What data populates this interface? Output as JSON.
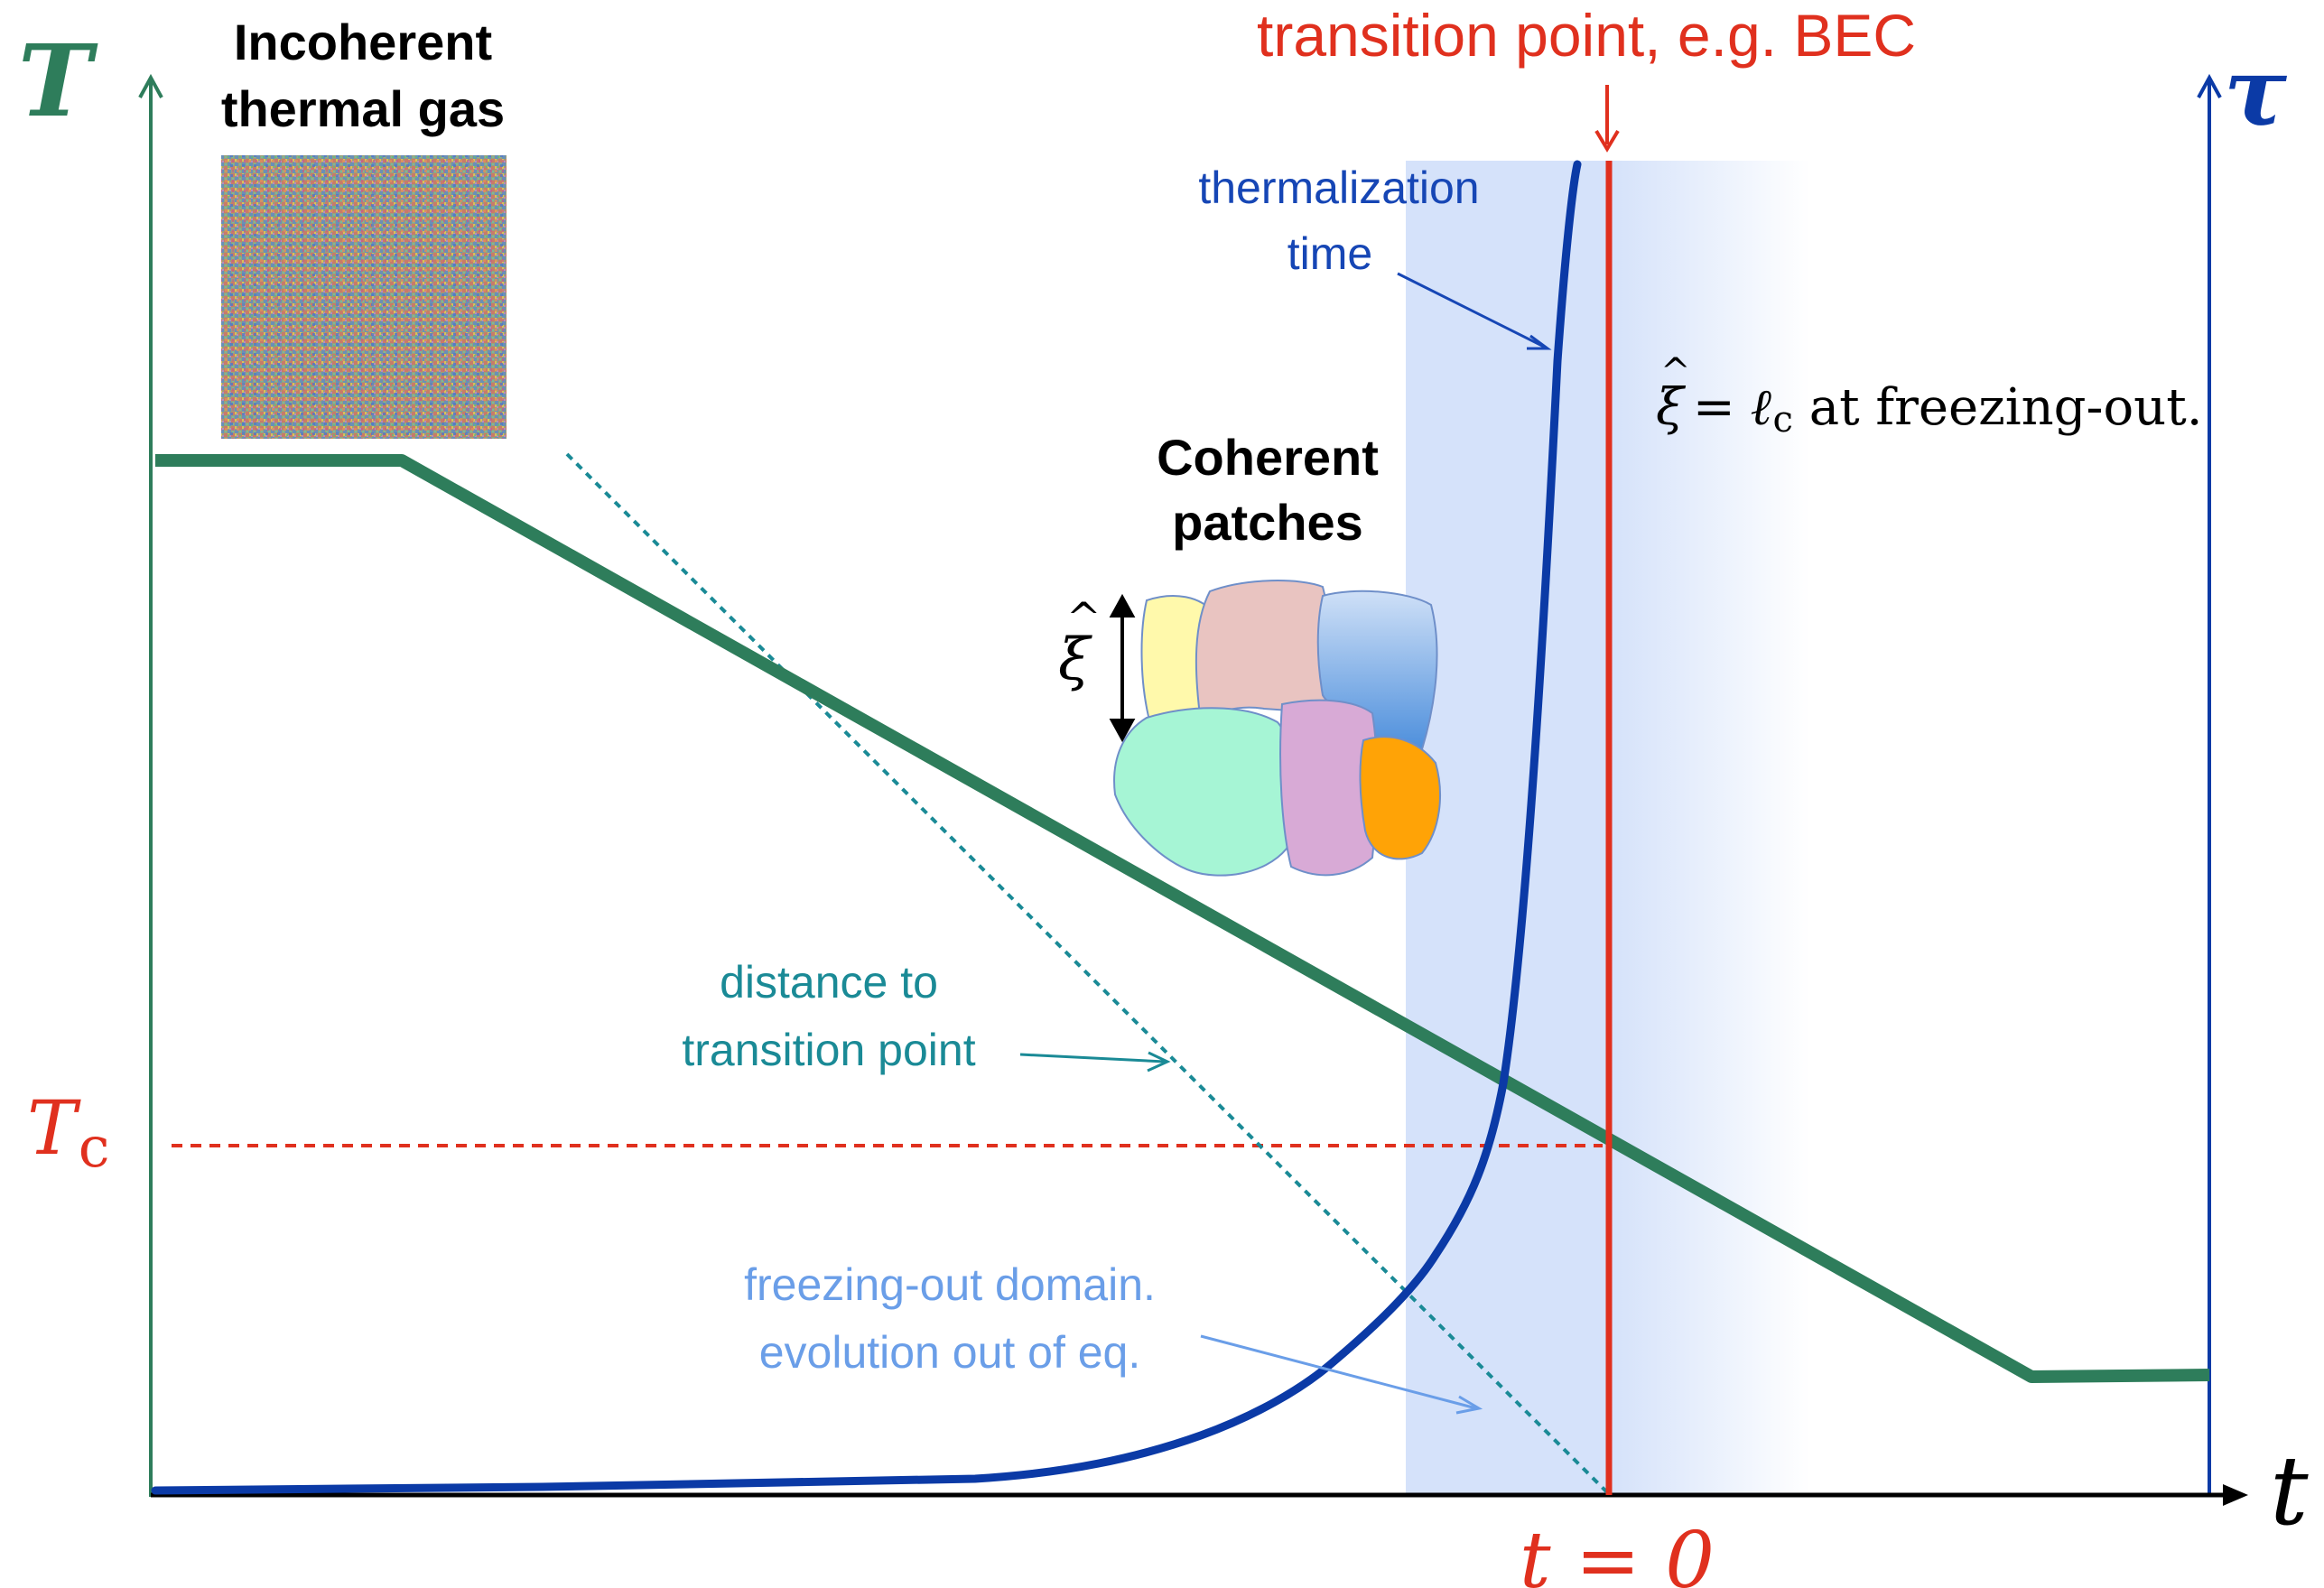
{
  "labels": {
    "left_axis": "T",
    "right_axis": "τ",
    "time_axis": "t",
    "critical_temp": "T",
    "critical_temp_sub": "c",
    "t_zero": "t = 0",
    "transition": "transition point, e.g. BEC",
    "incoherent_line1": "Incoherent",
    "incoherent_line2": "thermal gas",
    "coherent_line1": "Coherent",
    "coherent_line2": "patches",
    "xi": "ξ",
    "xi_hat": "^",
    "freeze_eq_mid": "= ",
    "freeze_eq_l": "ℓ",
    "freeze_eq_sub": "c",
    "freeze_eq_tail": " at freezing-out.",
    "therm_line1": "thermalization",
    "therm_line2": "time",
    "dist_line1": "distance to",
    "dist_line2": "transition point",
    "frz_line1": "freezing-out domain.",
    "frz_line2": "evolution out of eq."
  },
  "colors": {
    "temperature": "#2e7d5b",
    "tau": "#0b3aa6",
    "transition": "#e0301e",
    "distance": "#1a8a96",
    "freeze_text": "#6a9ee8",
    "therm_text": "#1646b5",
    "band": "#d5e2fa"
  }
}
